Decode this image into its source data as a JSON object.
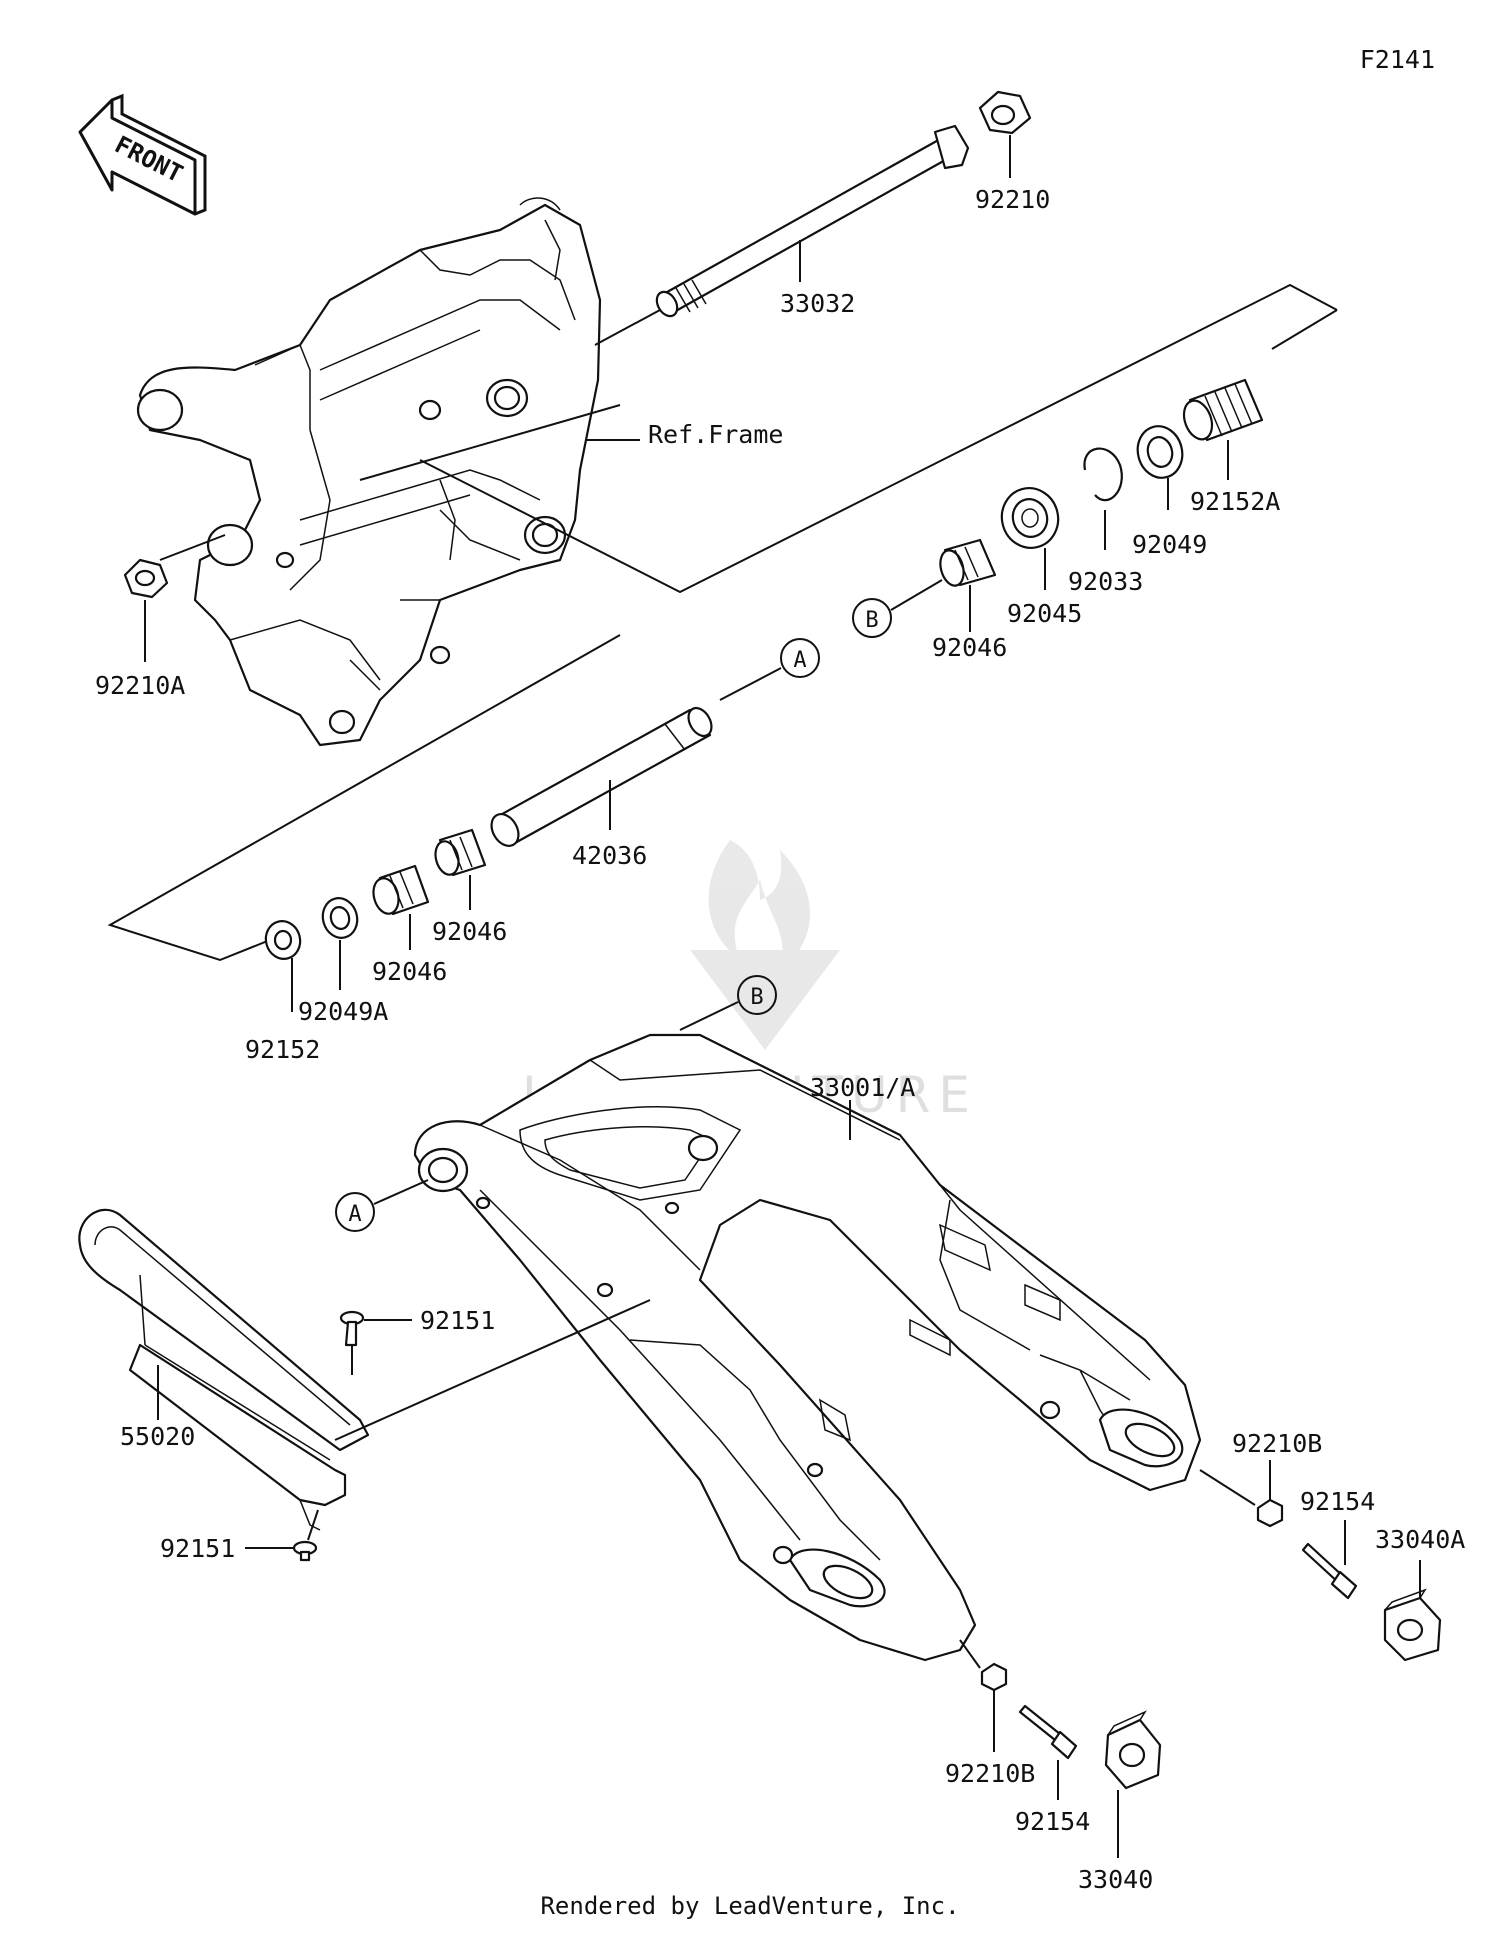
{
  "diagram_id": "F2141",
  "front_label": "FRONT",
  "ref_label": "Ref.Frame",
  "watermark": "LEADVENTURE",
  "footer": "Rendered by LeadVenture, Inc.",
  "callouts": {
    "a": "A",
    "b": "B"
  },
  "parts": {
    "p92210": "92210",
    "p33032": "33032",
    "p92210A": "92210A",
    "p92152A": "92152A",
    "p92049": "92049",
    "p92033": "92033",
    "p92045": "92045",
    "p92046_top": "92046",
    "p42036": "42036",
    "p92046_mid": "92046",
    "p92046_low": "92046",
    "p92049A": "92049A",
    "p92152": "92152",
    "p33001A": "33001/A",
    "p92151_top": "92151",
    "p55020": "55020",
    "p92151_bottom": "92151",
    "p92210B_right": "92210B",
    "p92154_right": "92154",
    "p33040A": "33040A",
    "p92210B_bottom": "92210B",
    "p92154_bottom": "92154",
    "p33040": "33040"
  }
}
